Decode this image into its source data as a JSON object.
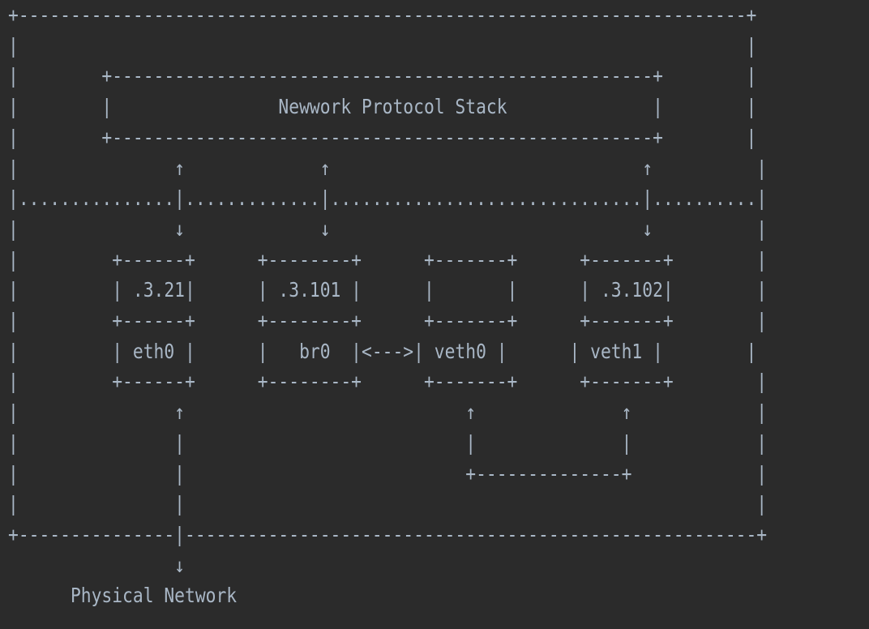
{
  "diagram": {
    "lines": [
      "+----------------------------------------------------------------------+",
      "|                                                                      |",
      "|        +----------------------------------------------------+        |",
      "|        |                Newwork Protocol Stack              |        |",
      "|        +----------------------------------------------------+        |",
      "|               ↑             ↑                              ↑          |",
      "|...............|.............|..............................|..........|",
      "|               ↓             ↓                              ↓          |",
      "|         +------+      +--------+      +-------+      +-------+        |",
      "|         | .3.21|      | .3.101 |      |       |      | .3.102|        |",
      "|         +------+      +--------+      +-------+      +-------+        |",
      "|         | eth0 |      |   br0  |<--->| veth0 |      | veth1 |        |",
      "|         +------+      +--------+      +-------+      +-------+        |",
      "|               ↑                           ↑              ↑            |",
      "|               |                           |              |            |",
      "|               |                           +--------------+            |",
      "|               |                                                       |",
      "+---------------|-------------------------------------------------------+",
      "                ↓",
      "      Physical Network"
    ]
  }
}
